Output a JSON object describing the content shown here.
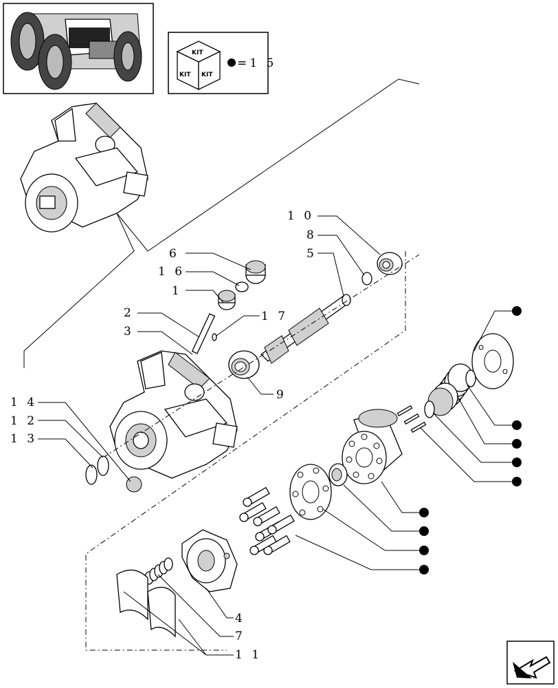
{
  "kit_legend": {
    "kit_top": "KIT",
    "kit_left": "KIT",
    "kit_right": "KIT",
    "equals_text": "=1 5"
  },
  "callouts": {
    "c10": "1 0",
    "c8": "8",
    "c5": "5",
    "c6": "6",
    "c16": "1 6",
    "c1": "1",
    "c2": "2",
    "c17": "1 7",
    "c3": "3",
    "c9": "9",
    "c14": "1 4",
    "c12": "1 2",
    "c13": "1 3",
    "c4": "4",
    "c7": "7",
    "c11": "1 1"
  },
  "icons": {
    "thumbnail": "tractor-thumbnail-icon",
    "kit": "kit-cube-icon",
    "nav": "back-arrow-icon",
    "kit_marker": "kit-dot-icon"
  }
}
